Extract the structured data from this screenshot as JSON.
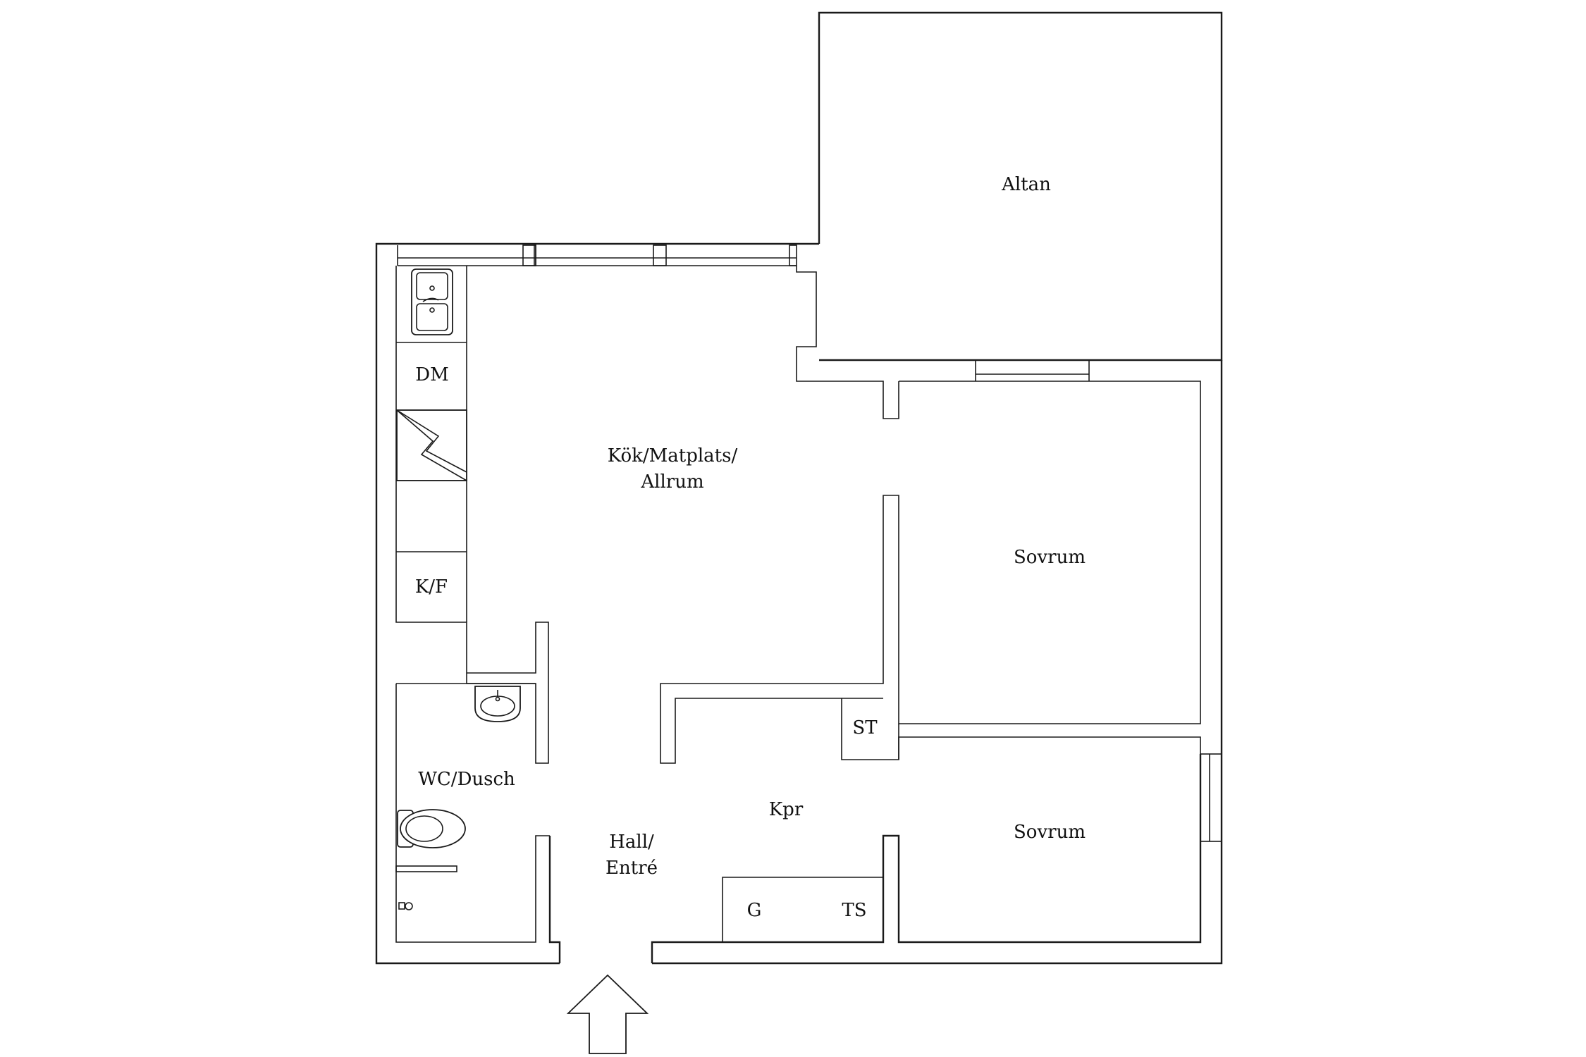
{
  "rooms": {
    "altan": "Altan",
    "kitchen_line1": "Kök/Matplats/",
    "kitchen_line2": "Allrum",
    "bedroom_upper": "Sovrum",
    "bedroom_lower": "Sovrum",
    "bathroom": "WC/Dusch",
    "hall_line1": "Hall/",
    "hall_line2": "Entré",
    "corridor": "Kpr"
  },
  "fixtures": {
    "dishwasher": "DM",
    "fridge_freezer": "K/F",
    "wardrobe": "ST",
    "closet_g": "G",
    "closet_ts": "TS"
  },
  "icons": {
    "sink": "double-sink-icon",
    "stove": "stove-icon",
    "washbasin": "washbasin-icon",
    "toilet": "toilet-icon",
    "shower": "shower-icon",
    "entrance": "entrance-arrow-icon"
  }
}
